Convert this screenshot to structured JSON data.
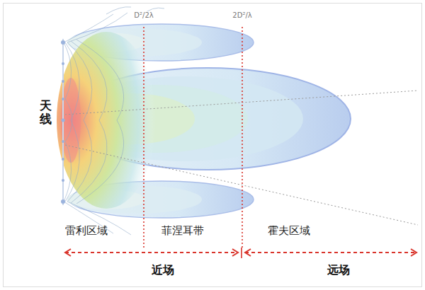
{
  "diagram": {
    "labels": [
      "D²/2λ",
      "2D²/λ",
      "天线",
      "雷利区域",
      "菲涅耳带",
      "霍夫区域",
      "近场",
      "远场"
    ]
  }
}
